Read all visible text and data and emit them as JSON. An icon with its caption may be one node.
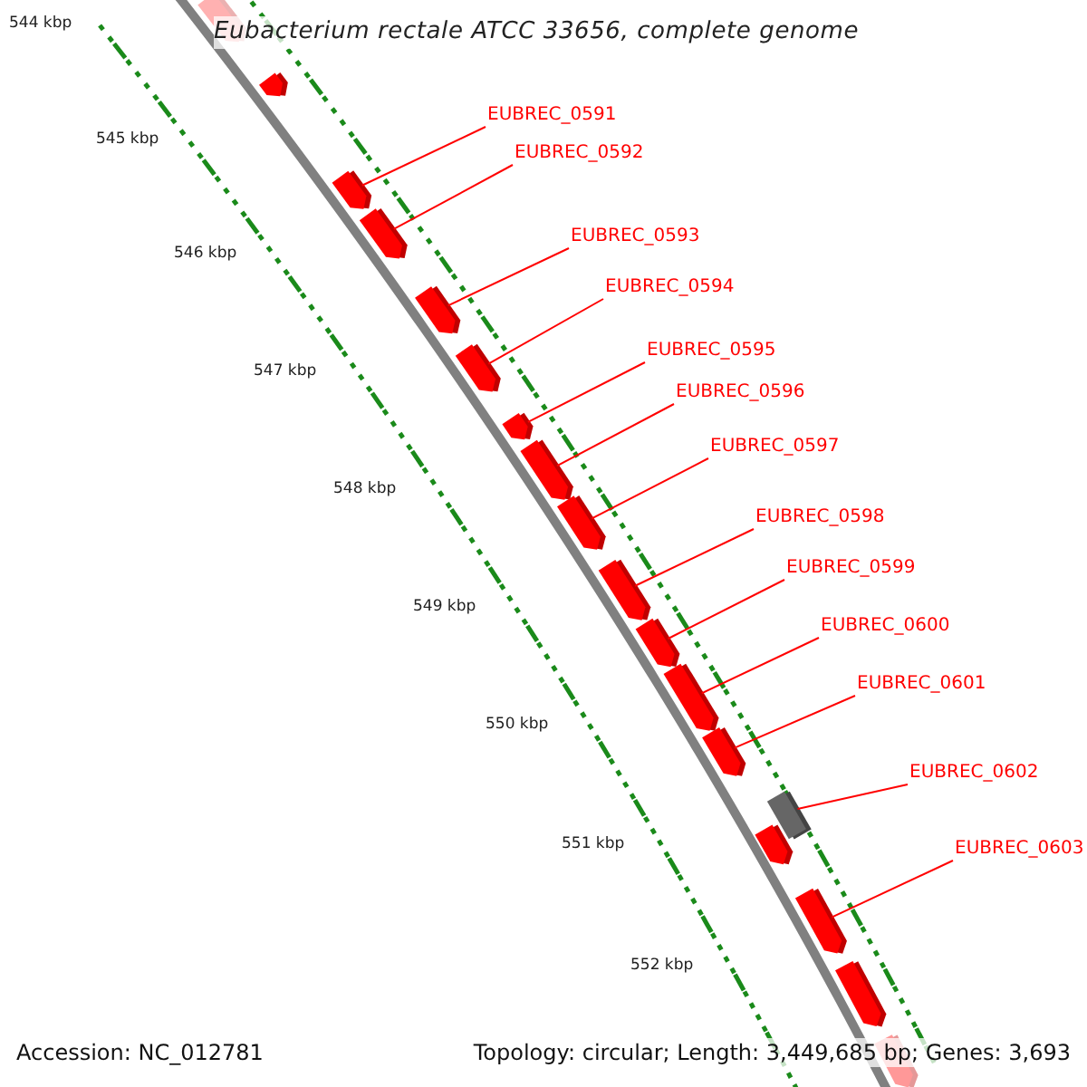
{
  "diagram": {
    "title": "Eubacterium rectale ATCC 33656, complete genome",
    "nodes": [
      {
        "text": [
          "EUBREC_0591"
        ]
      },
      {
        "text": [
          "EUBREC_0592"
        ]
      },
      {
        "text": [
          "EUBREC_0593"
        ]
      },
      {
        "text": [
          "EUBREC_0594"
        ]
      },
      {
        "text": [
          "EUBREC_0595"
        ]
      },
      {
        "text": [
          "EUBREC_0596"
        ]
      },
      {
        "text": [
          "EUBREC_0597"
        ]
      },
      {
        "text": [
          "EUBREC_0598"
        ]
      },
      {
        "text": [
          "EUBREC_0599"
        ]
      },
      {
        "text": [
          "EUBREC_0600"
        ]
      },
      {
        "text": [
          "EUBREC_0601"
        ]
      },
      {
        "text": [
          "EUBREC_0602"
        ]
      },
      {
        "text": [
          "EUBREC_0603"
        ]
      },
      {
        "text": [],
        "shape": "arrow"
      },
      {
        "text": [],
        "shape": "arrow"
      },
      {
        "text": [],
        "shape": "arrow"
      },
      {
        "text": [],
        "shape": "arrow"
      },
      {
        "text": [],
        "shape": "arrow"
      },
      {
        "text": [],
        "shape": "arrow"
      },
      {
        "text": [],
        "shape": "arrow"
      },
      {
        "text": [],
        "shape": "arrow"
      },
      {
        "text": [],
        "shape": "arrow"
      },
      {
        "text": [],
        "shape": "arrow"
      },
      {
        "text": [],
        "shape": "arrow"
      },
      {
        "text": [],
        "shape": "arrow"
      },
      {
        "text": [],
        "shape": "arrow"
      },
      {
        "text": [],
        "shape": "box"
      },
      {
        "text": [],
        "shape": "arrow"
      },
      {
        "text": [],
        "shape": "arrow"
      },
      {
        "text": [],
        "shape": "arrow"
      },
      {
        "text": [],
        "shape": "arrow"
      }
    ],
    "edges": [
      {
        "from": 0,
        "to": 15,
        "arrow": "none"
      },
      {
        "from": 1,
        "to": 16,
        "arrow": "none"
      },
      {
        "from": 2,
        "to": 17,
        "arrow": "none"
      },
      {
        "from": 3,
        "to": 18,
        "arrow": "none"
      },
      {
        "from": 4,
        "to": 19,
        "arrow": "none"
      },
      {
        "from": 5,
        "to": 20,
        "arrow": "none"
      },
      {
        "from": 6,
        "to": 21,
        "arrow": "none"
      },
      {
        "from": 7,
        "to": 22,
        "arrow": "none"
      },
      {
        "from": 8,
        "to": 23,
        "arrow": "none"
      },
      {
        "from": 9,
        "to": 24,
        "arrow": "none"
      },
      {
        "from": 10,
        "to": 25,
        "arrow": "none"
      },
      {
        "from": 11,
        "to": 26,
        "arrow": "none"
      },
      {
        "from": 12,
        "to": 28,
        "arrow": "none"
      }
    ],
    "labels": [
      "544 kbp",
      "545 kbp",
      "546 kbp",
      "547 kbp",
      "548 kbp",
      "549 kbp",
      "550 kbp",
      "551 kbp",
      "552 kbp",
      "Accession: NC_012781",
      "Topology: circular; Length: 3,449,685 bp; Genes: 3,693"
    ]
  }
}
